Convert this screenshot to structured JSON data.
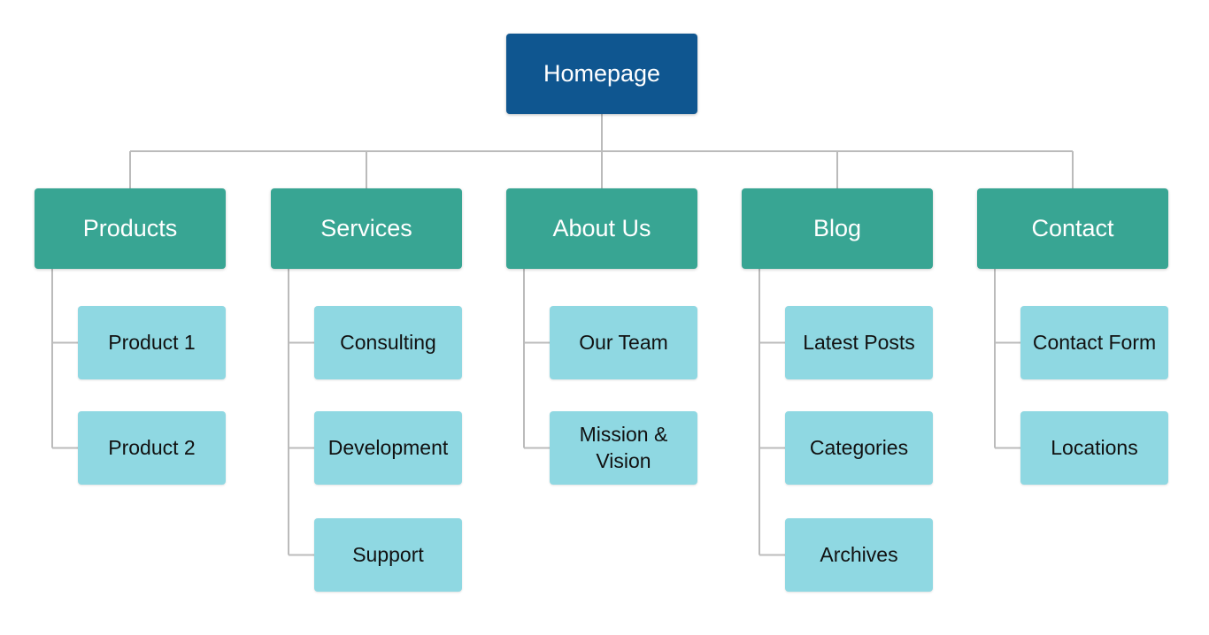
{
  "colors": {
    "root_fill": "#0f5690",
    "section_fill": "#38a593",
    "page_fill": "#8fd8e2",
    "connector": "#bbbbbb"
  },
  "root": {
    "label": "Homepage"
  },
  "sections": [
    {
      "label": "Products",
      "pages": [
        {
          "label": "Product 1"
        },
        {
          "label": "Product 2"
        }
      ]
    },
    {
      "label": "Services",
      "pages": [
        {
          "label": "Consulting"
        },
        {
          "label": "Development"
        },
        {
          "label": "Support"
        }
      ]
    },
    {
      "label": "About Us",
      "pages": [
        {
          "label": "Our Team"
        },
        {
          "label": "Mission &\nVision"
        }
      ]
    },
    {
      "label": "Blog",
      "pages": [
        {
          "label": "Latest Posts"
        },
        {
          "label": "Categories"
        },
        {
          "label": "Archives"
        }
      ]
    },
    {
      "label": "Contact",
      "pages": [
        {
          "label": "Contact Form"
        },
        {
          "label": "Locations"
        }
      ]
    }
  ]
}
